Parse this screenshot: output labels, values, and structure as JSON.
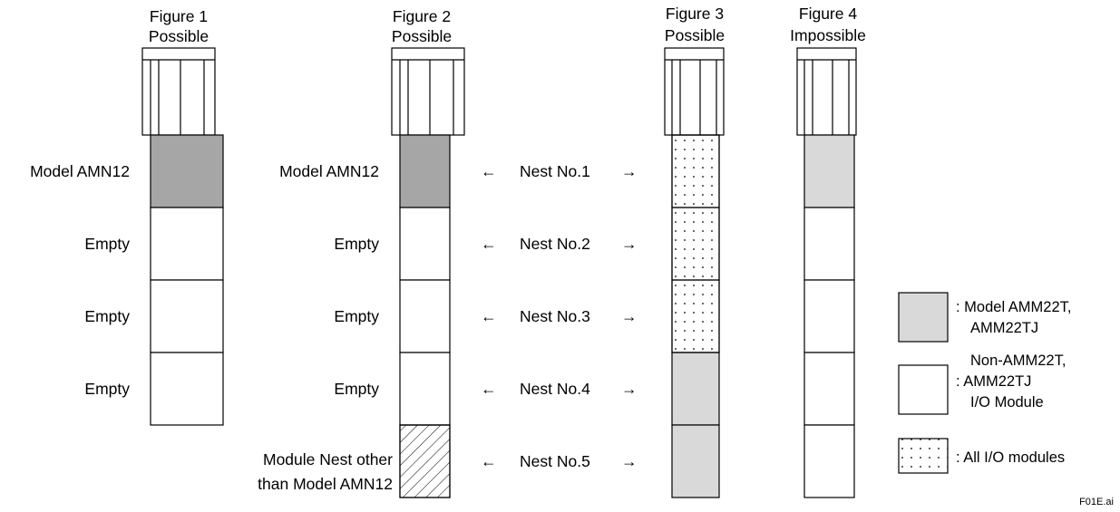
{
  "figures": [
    {
      "title": "Figure 1",
      "status": "Possible"
    },
    {
      "title": "Figure 2",
      "status": "Possible"
    },
    {
      "title": "Figure 3",
      "status": "Possible"
    },
    {
      "title": "Figure 4",
      "status": "Impossible"
    }
  ],
  "figure1_labels": [
    "Model AMN12",
    "Empty",
    "Empty",
    "Empty"
  ],
  "figure2_labels": [
    "Model AMN12",
    "Empty",
    "Empty",
    "Empty"
  ],
  "figure2_last_label": [
    "Module Nest other",
    "than Model AMN12"
  ],
  "nests": [
    "Nest No.1",
    "Nest No.2",
    "Nest No.3",
    "Nest No.4",
    "Nest No.5"
  ],
  "legend": {
    "item1": [
      ": Model AMM22T,",
      "AMM22TJ"
    ],
    "item2": [
      "Non-AMM22T,",
      ": AMM22TJ",
      "I/O Module"
    ],
    "item3": ": All I/O modules"
  },
  "footer_code": "F01E.ai",
  "colors": {
    "dark_gray": "#a6a6a6",
    "light_gray": "#d9d9d9",
    "line": "#000000"
  },
  "arrows": {
    "left": "←",
    "right": "→"
  }
}
